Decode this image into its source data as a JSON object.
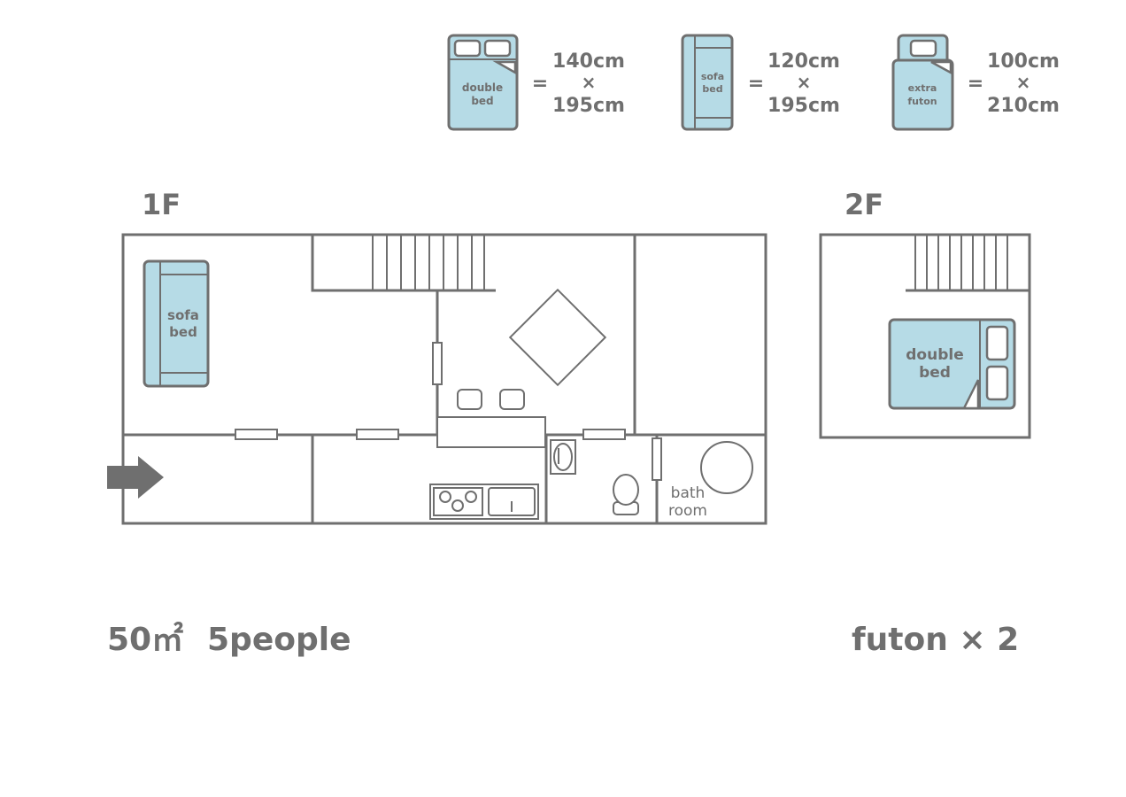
{
  "legend": {
    "double_bed": {
      "label_line1": "double",
      "label_line2": "bed",
      "equals": "=",
      "width": "140cm",
      "times": "×",
      "length": "195cm"
    },
    "sofa_bed": {
      "label_line1": "sofa",
      "label_line2": "bed",
      "equals": "=",
      "width": "120cm",
      "times": "×",
      "length": "195cm"
    },
    "extra_futon": {
      "label_line1": "extra",
      "label_line2": "futon",
      "equals": "=",
      "width": "100cm",
      "times": "×",
      "length": "210cm"
    }
  },
  "floor1": {
    "title": "1F",
    "sofa_bed_line1": "sofa",
    "sofa_bed_line2": "bed",
    "bathroom_line1": "bath",
    "bathroom_line2": "room"
  },
  "floor2": {
    "title": "2F",
    "double_bed_line1": "double",
    "double_bed_line2": "bed"
  },
  "summary": {
    "area": "50㎡",
    "people": "5people",
    "futon": "futon × 2"
  },
  "colors": {
    "wall": "#6f6f6f",
    "bed_fill": "#b6dbe6"
  }
}
